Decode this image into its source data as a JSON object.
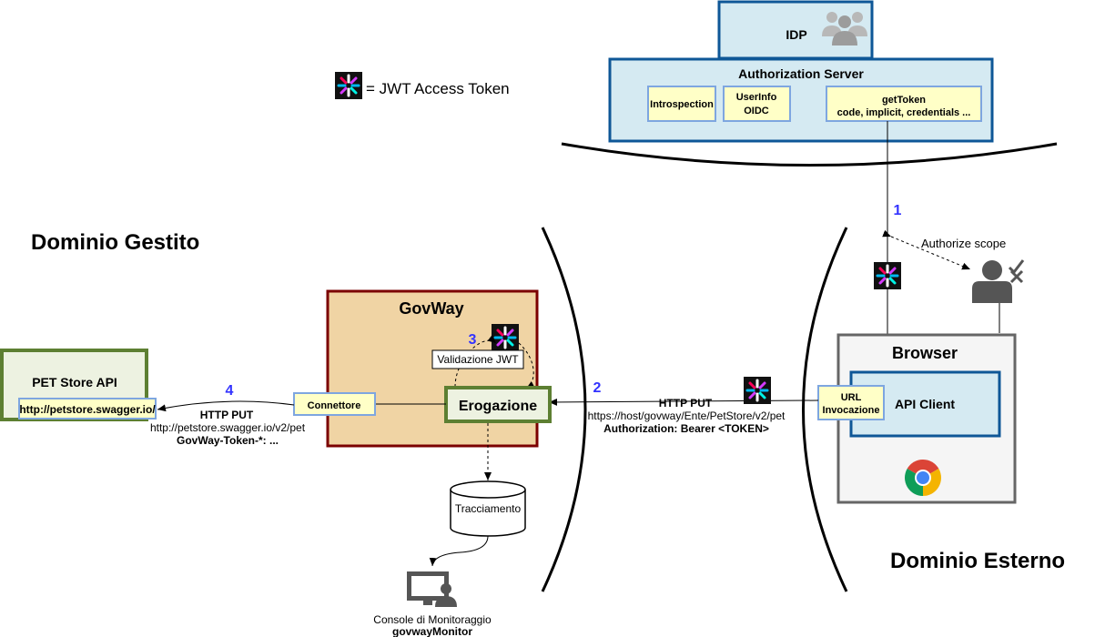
{
  "legend": {
    "label": "= JWT Access Token"
  },
  "domains": {
    "managed": "Dominio Gestito",
    "external": "Dominio Esterno"
  },
  "idp": {
    "label": "IDP",
    "auth_server": {
      "title": "Authorization Server",
      "introspection": "Introspection",
      "userinfo_line1": "UserInfo",
      "userinfo_line2": "OIDC",
      "gettoken_line1": "getToken",
      "gettoken_line2": "code, implicit, credentials ..."
    }
  },
  "steps": {
    "s1": "1",
    "s2": "2",
    "s3": "3",
    "s4": "4"
  },
  "authorize_scope": "Authorize scope",
  "browser": {
    "title": "Browser",
    "url_line1": "URL",
    "url_line2": "Invocazione",
    "api_client": "API Client"
  },
  "govway": {
    "title": "GovWay",
    "validation": "Validazione JWT",
    "erogazione": "Erogazione",
    "connettore": "Connettore"
  },
  "request_in": {
    "line1": "HTTP PUT",
    "line2": "https://host/govway/Ente/PetStore/v2/pet",
    "line3": "Authorization: Bearer <TOKEN>"
  },
  "request_out": {
    "line1": "HTTP PUT",
    "line2": "http://petstore.swagger.io/v2/pet",
    "line3": "GovWay-Token-*: ..."
  },
  "petstore": {
    "title": "PET Store API",
    "url": "http://petstore.swagger.io/"
  },
  "tracing": {
    "label": "Tracciamento"
  },
  "console": {
    "line1": "Console di Monitoraggio",
    "line2": "govwayMonitor"
  },
  "colors": {
    "idp_fill": "#d5eaf2",
    "idp_border": "#0e5797",
    "note_fill": "#ffffc7",
    "note_border": "#7ea6e0",
    "govway_fill": "#f0d4a4",
    "govway_border": "#7b0000",
    "green_border": "#5d7f32",
    "browser_fill": "#f5f5f5",
    "browser_border": "#666666",
    "step_color": "#3333ff"
  }
}
